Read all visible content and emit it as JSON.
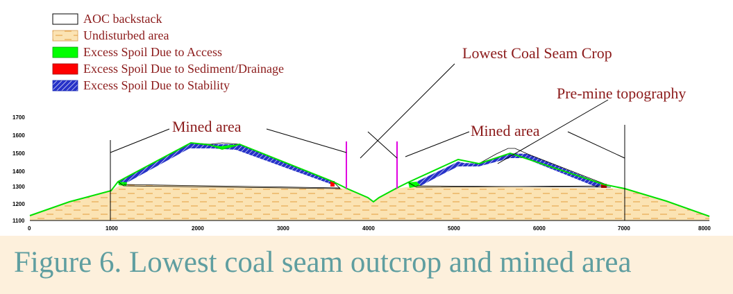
{
  "legend": {
    "items": [
      {
        "key": "aoc",
        "label": "AOC backstack",
        "color": "#ffffff"
      },
      {
        "key": "undisturbed",
        "label": "Undisturbed area",
        "color": "#f6c97a"
      },
      {
        "key": "access",
        "label": "Excess Spoil Due to Access",
        "color": "#00ff00"
      },
      {
        "key": "sediment",
        "label": "Excess Spoil Due to Sediment/Drainage",
        "color": "#ff0000"
      },
      {
        "key": "stability",
        "label": "Excess Spoil Due to Stability",
        "color": "#1f2fb8"
      }
    ]
  },
  "callouts": {
    "lowest_crop": "Lowest Coal Seam Crop",
    "premine": "Pre-mine topography",
    "mined_left": "Mined area",
    "mined_right": "Mined area"
  },
  "axes": {
    "x_ticks": [
      "0",
      "1000",
      "2000",
      "3000",
      "4000",
      "5000",
      "6000",
      "7000",
      "8000"
    ],
    "y_ticks": [
      "1100",
      "1200",
      "1300",
      "1400",
      "1500",
      "1600",
      "1700"
    ]
  },
  "colors": {
    "text_red": "#8b1a1a",
    "caption": "#5f9ea0",
    "magenta": "#e000e0",
    "topo_green": "#00e000",
    "background": "#fdf0dc"
  },
  "caption": "Figure 6.  Lowest coal seam outcrop and mined area"
}
